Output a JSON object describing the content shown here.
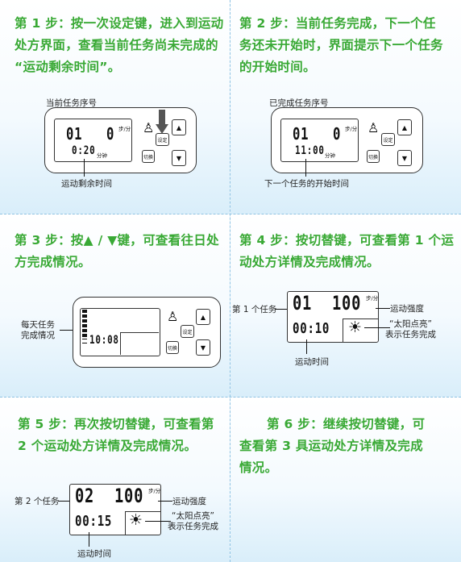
{
  "panels": [
    {
      "step": "第 1 步：按一次设定键，进入到运动处方界面，查看当前任务尚未完成的“运动剩余时间”。",
      "lines": [
        "第 1 步：按一次设定键，进入到运动",
        "处方界面，查看当前任务尚未完成的",
        "“运动剩余时间”。"
      ],
      "top_label": "当前任务序号",
      "bottom_label": "运动剩余时间",
      "display_num": "01",
      "display_val": "0",
      "display_time": "0:20",
      "unit": "步/分",
      "time_unit": "分钟",
      "btn_set": "设定",
      "btn_switch": "切换"
    },
    {
      "step": "第 2 步：当前任务完成，下一个任务还未开始时，界面提示下一个任务的开始时间。",
      "lines": [
        "第 2 步：当前任务完成，下一个任",
        "务还未开始时，界面提示下一个任务",
        "的开始时间。"
      ],
      "top_label": "已完成任务序号",
      "bottom_label": "下一个任务的开始时间",
      "display_num": "01",
      "display_val": "0",
      "display_time": "11:00",
      "unit": "步/分",
      "time_unit": "分钟",
      "btn_set": "设定",
      "btn_switch": "切换"
    },
    {
      "step": "第 3 步：按▲ / ▼键，可查看往日处方完成情况。",
      "lines": [
        "第 3 步：按▲ / ▼键，可查看往日处",
        "方完成情况。"
      ],
      "left_label_1": "每天任务",
      "left_label_2": "完成情况",
      "display_time": "10:08",
      "btn_set": "设定",
      "btn_switch": "切换"
    },
    {
      "step": "第 4 步：按切替键，可查看第 1 个运动处方详情及完成情况。",
      "lines": [
        "第 4 步：按切替键，可查看第 1 个运",
        "动处方详情及完成情况。"
      ],
      "left_label": "第 1 个任务",
      "right_label": "运动强度",
      "sun_label_1": "“太阳点亮”",
      "sun_label_2": "表示任务完成",
      "bottom_label": "运动时间",
      "display_num": "01",
      "display_val": "100",
      "display_time": "00:10",
      "unit": "步/分"
    },
    {
      "step": "第 5 步：再次按切替键，可查看第 2 个运动处方详情及完成情况。",
      "lines": [
        "第 5 步：再次按切替键，可查看第",
        "2 个运动处方详情及完成情况。"
      ],
      "left_label": "第 2 个任务",
      "right_label": "运动强度",
      "sun_label_1": "“太阳点亮”",
      "sun_label_2": "表示任务完成",
      "bottom_label": "运动时间",
      "display_num": "02",
      "display_val": "100",
      "display_time": "00:15",
      "unit": "步/分"
    },
    {
      "step": "第 6 步：继续按切替键，可查看第 3 具运动处方详情及完成情况。",
      "lines": [
        "第 6 步：继续按切替键，可",
        "查看第 3 具运动处方详情及完成",
        "情况。"
      ]
    }
  ],
  "icons": {
    "up": "▲",
    "down": "▼",
    "sun": "☀",
    "person": "♙"
  },
  "colors": {
    "step_text": "#39a935",
    "divider": "#8fc3e3",
    "background": "#eaf4fb"
  }
}
